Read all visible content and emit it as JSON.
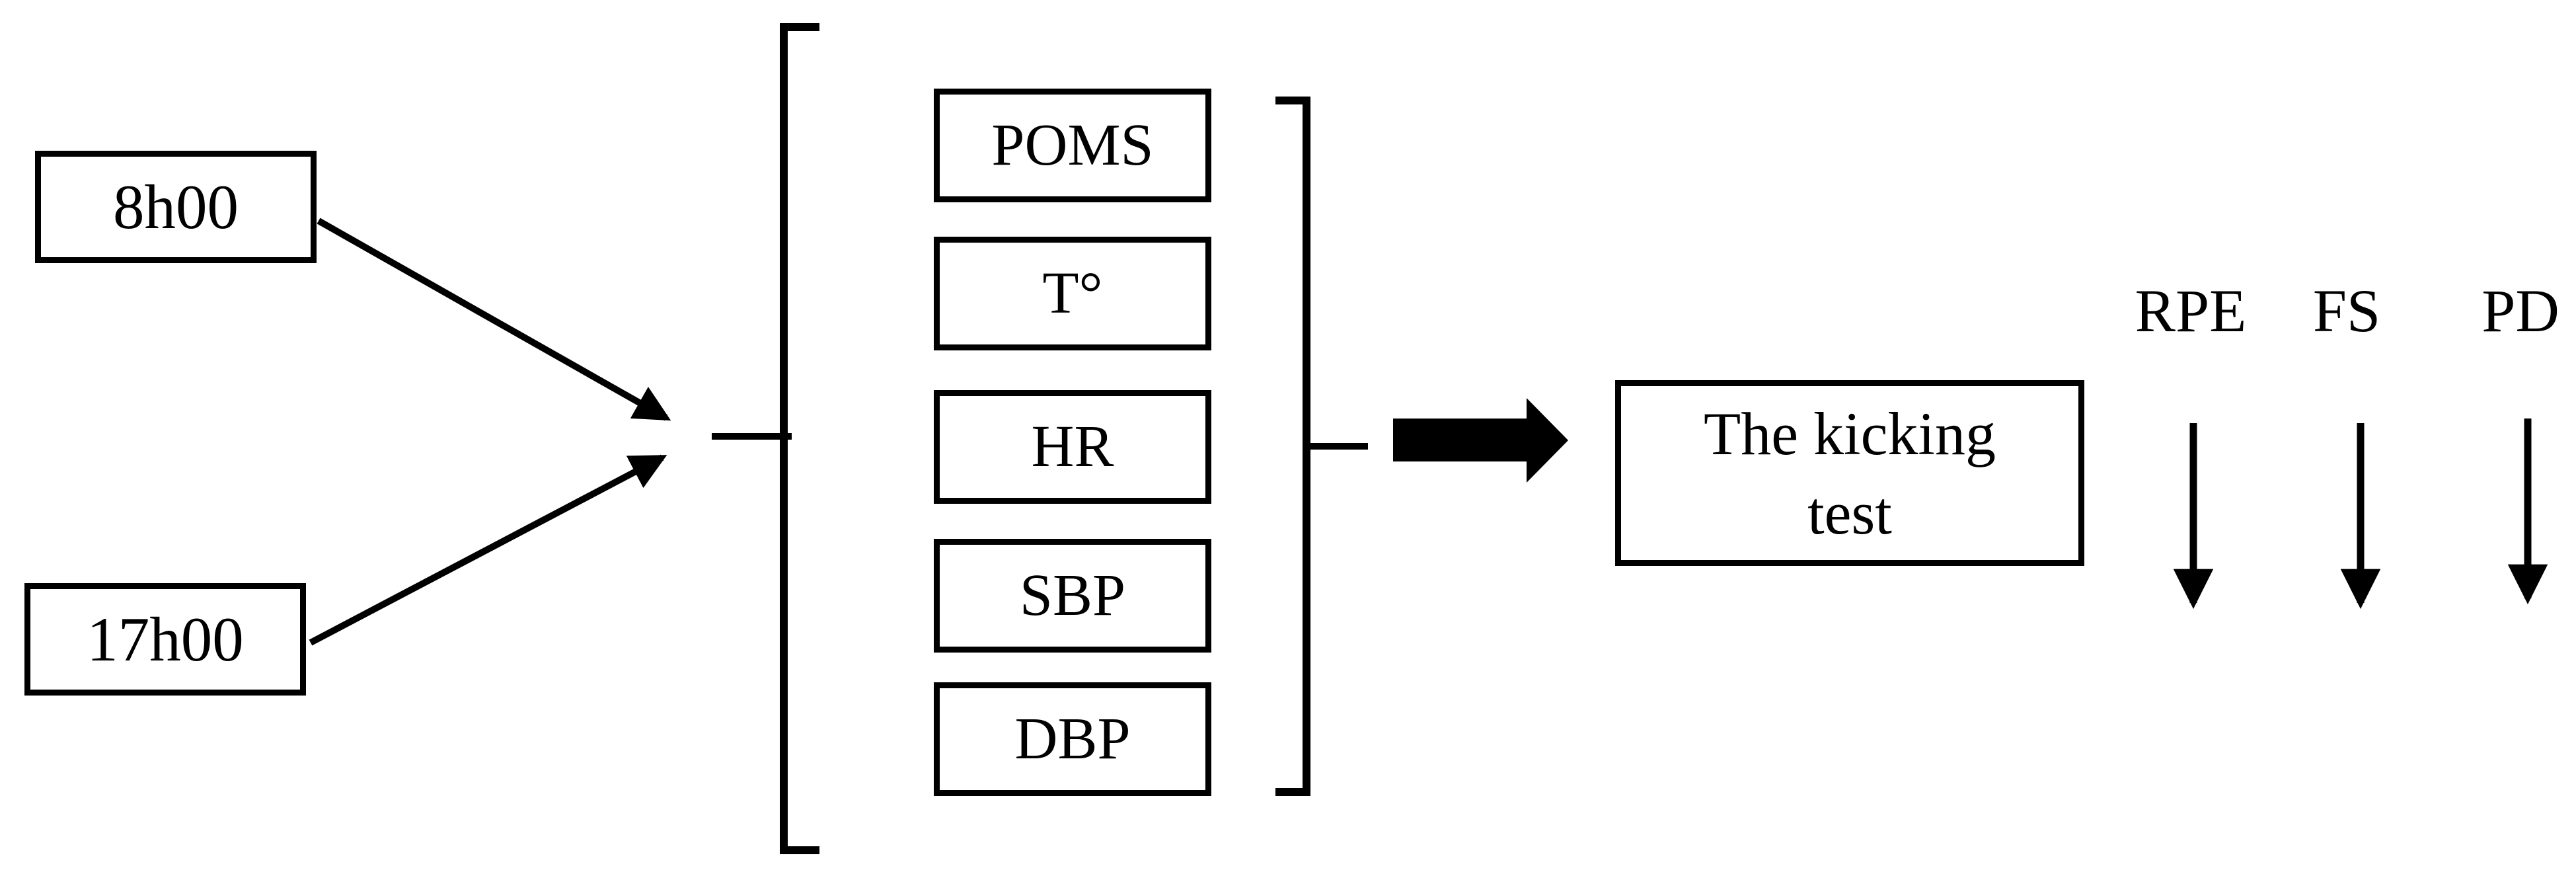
{
  "diagram": {
    "background": "#ffffff",
    "ink": "#000000",
    "time_points": [
      {
        "label": "8h00"
      },
      {
        "label": "17h00"
      }
    ],
    "measures": [
      {
        "label": "POMS"
      },
      {
        "label": "T°"
      },
      {
        "label": "HR"
      },
      {
        "label": "SBP"
      },
      {
        "label": "DBP"
      }
    ],
    "test": {
      "line1": "The kicking",
      "line2": "test"
    },
    "outcomes": [
      {
        "label": "RPE"
      },
      {
        "label": "FS"
      },
      {
        "label": "PD"
      }
    ]
  }
}
